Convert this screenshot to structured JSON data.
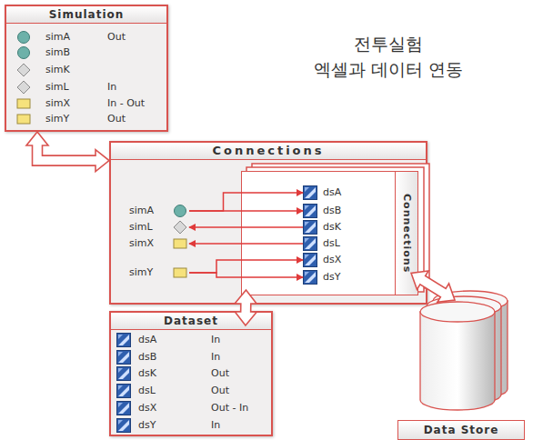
{
  "diagram": {
    "title": "전투실험 엑셀과 데이터 연동",
    "nodes": [
      {
        "text": [
          "Simulation"
        ]
      },
      {
        "text": [
          "simA",
          "Out"
        ],
        "in": 0
      },
      {
        "text": [
          "simB"
        ],
        "in": 0
      },
      {
        "text": [
          "simK"
        ],
        "in": 0
      },
      {
        "text": [
          "simL",
          "In"
        ],
        "in": 0
      },
      {
        "text": [
          "simX",
          "In - Out"
        ],
        "in": 0
      },
      {
        "text": [
          "simY",
          "Out"
        ],
        "in": 0
      },
      {
        "text": [
          "Connections"
        ]
      },
      {
        "text": [
          "simA"
        ],
        "in": 7
      },
      {
        "text": [
          "simL"
        ],
        "in": 7
      },
      {
        "text": [
          "simX"
        ],
        "in": 7
      },
      {
        "text": [
          "simY"
        ],
        "in": 7
      },
      {
        "text": [
          "Connections"
        ],
        "in": 7
      },
      {
        "text": [
          "dsA"
        ],
        "in": 12
      },
      {
        "text": [
          "dsB"
        ],
        "in": 12
      },
      {
        "text": [
          "dsK"
        ],
        "in": 12
      },
      {
        "text": [
          "dsL"
        ],
        "in": 12
      },
      {
        "text": [
          "dsX"
        ],
        "in": 12
      },
      {
        "text": [
          "dsY"
        ],
        "in": 12
      },
      {
        "text": [
          "Dataset"
        ]
      },
      {
        "text": [
          "dsA",
          "In"
        ],
        "in": 19
      },
      {
        "text": [
          "dsB",
          "In"
        ],
        "in": 19
      },
      {
        "text": [
          "dsK",
          "Out"
        ],
        "in": 19
      },
      {
        "text": [
          "dsL",
          "Out"
        ],
        "in": 19
      },
      {
        "text": [
          "dsX",
          "Out - In"
        ],
        "in": 19
      },
      {
        "text": [
          "dsY",
          "In"
        ],
        "in": 19
      },
      {
        "text": [
          "Data Store"
        ]
      }
    ],
    "edges": [
      {
        "from": 0,
        "to": 7,
        "arrow": "both"
      },
      {
        "from": 7,
        "to": 19,
        "arrow": "both"
      },
      {
        "from": 12,
        "to": 26,
        "arrow": "both"
      },
      {
        "from": 8,
        "to": 13,
        "arrow": "to"
      },
      {
        "from": 8,
        "to": 14,
        "arrow": "to"
      },
      {
        "from": 15,
        "to": 9,
        "arrow": "to"
      },
      {
        "from": 16,
        "to": 10,
        "arrow": "to"
      },
      {
        "from": 11,
        "to": 17,
        "arrow": "to"
      },
      {
        "from": 11,
        "to": 18,
        "arrow": "to"
      }
    ]
  }
}
